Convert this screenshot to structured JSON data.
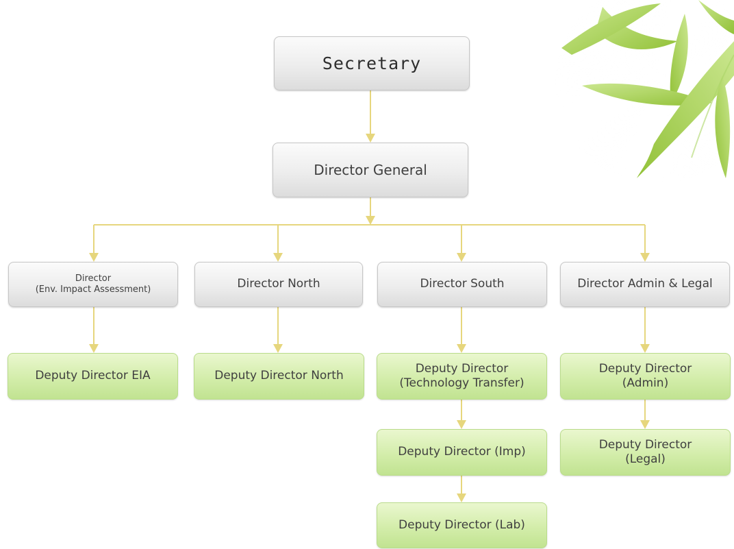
{
  "chart": {
    "nodes": [
      {
        "id": "secretary",
        "text": "Secretary"
      },
      {
        "id": "director-general",
        "text": "Director General"
      },
      {
        "id": "director-eia",
        "line1": "Director",
        "line2": "(Env. Impact Assessment)"
      },
      {
        "id": "director-north",
        "text": "Director North"
      },
      {
        "id": "director-south",
        "text": "Director South"
      },
      {
        "id": "director-admin-legal",
        "text": "Director Admin & Legal"
      },
      {
        "id": "deputy-director-eia",
        "text": "Deputy Director EIA"
      },
      {
        "id": "deputy-director-north",
        "text": "Deputy Director North"
      },
      {
        "id": "deputy-director-tech-transfer",
        "line1": "Deputy Director",
        "line2": "(Technology Transfer)"
      },
      {
        "id": "deputy-director-admin",
        "line1": "Deputy Director",
        "line2": "(Admin)"
      },
      {
        "id": "deputy-director-imp",
        "text": "Deputy Director (Imp)"
      },
      {
        "id": "deputy-director-legal",
        "line1": "Deputy Director",
        "line2": "(Legal)"
      },
      {
        "id": "deputy-director-lab",
        "text": "Deputy Director (Lab)"
      }
    ],
    "colors": {
      "connector": "#e6d67d",
      "gray_box": "#e8e8e8",
      "green_box": "#d3edaa",
      "text": "#3f3f3f",
      "leaf_light": "#c8e68a",
      "leaf_dark": "#8dbf2e"
    }
  }
}
